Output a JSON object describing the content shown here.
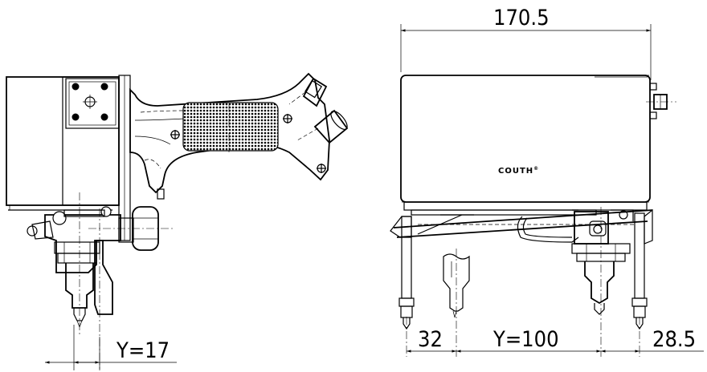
{
  "dimensions": {
    "total_width": "170.5",
    "side_offset": "Y=17",
    "left_offset": "32",
    "center_spacing": "Y=100",
    "right_offset": "28.5"
  },
  "brand": {
    "logo_text": "COUTH",
    "logo_mark": "®"
  }
}
